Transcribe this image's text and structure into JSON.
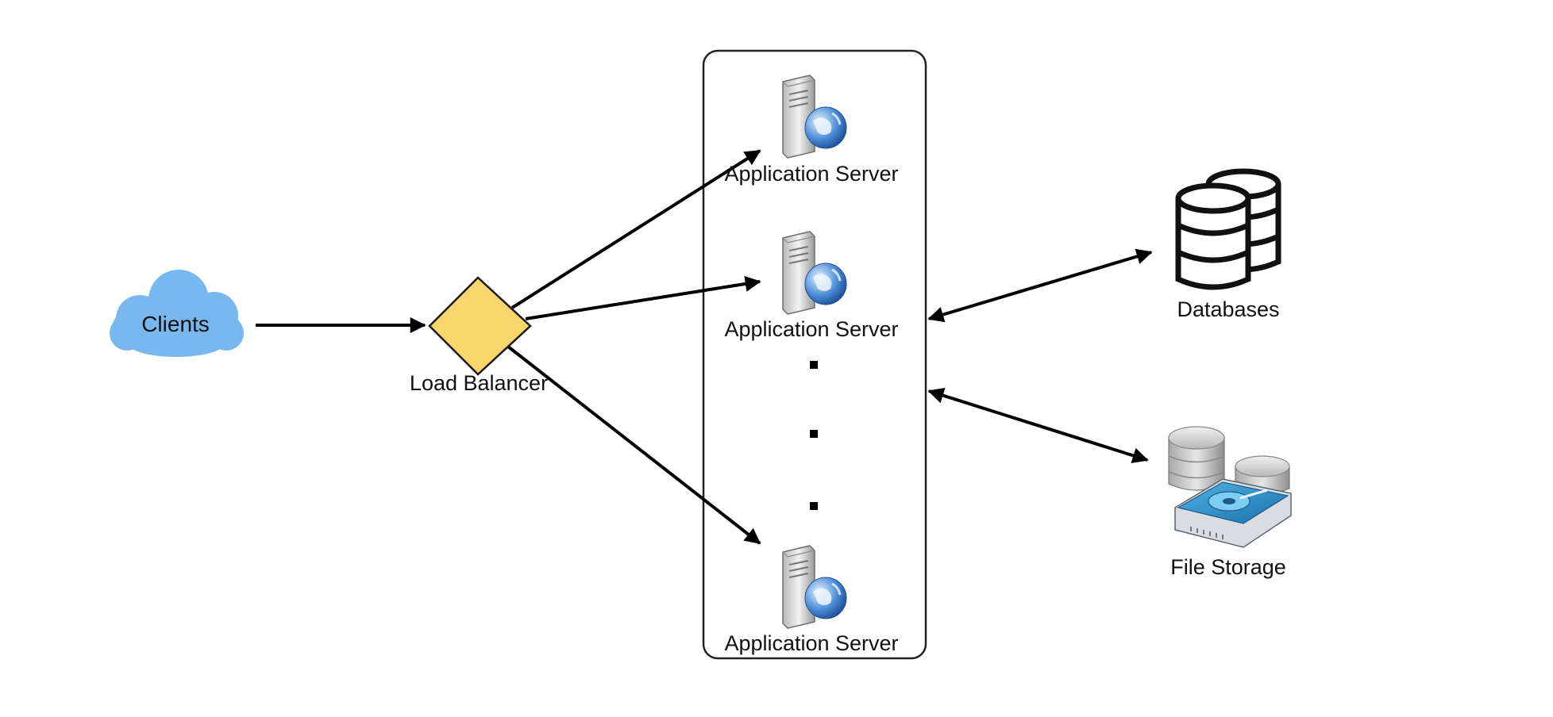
{
  "diagram": {
    "nodes": {
      "clients": {
        "label": "Clients",
        "icon": "cloud-icon",
        "color": "#79b8ee"
      },
      "load_balancer": {
        "label": "Load Balancer",
        "icon": "diamond-icon",
        "color": "#f9d66b"
      },
      "app_servers": [
        {
          "label": "Application Server",
          "icon": "web-server-icon"
        },
        {
          "label": "Application Server",
          "icon": "web-server-icon"
        },
        {
          "label": "Application Server",
          "icon": "web-server-icon"
        }
      ],
      "databases": {
        "label": "Databases",
        "icon": "database-stack-icon"
      },
      "file_storage": {
        "label": "File Storage",
        "icon": "file-storage-icon"
      }
    },
    "ellipsis_dots": 3,
    "edges": [
      {
        "from": "Clients",
        "to": "Load Balancer",
        "direction": "one-way"
      },
      {
        "from": "Load Balancer",
        "to": "Application Server 1",
        "direction": "one-way"
      },
      {
        "from": "Load Balancer",
        "to": "Application Server 2",
        "direction": "one-way"
      },
      {
        "from": "Load Balancer",
        "to": "Application Server 3",
        "direction": "one-way"
      },
      {
        "from": "Application Server group",
        "to": "Databases",
        "direction": "two-way"
      },
      {
        "from": "Application Server group",
        "to": "File Storage",
        "direction": "two-way"
      }
    ],
    "colors": {
      "line": "#000000",
      "group_border": "#222222"
    }
  }
}
